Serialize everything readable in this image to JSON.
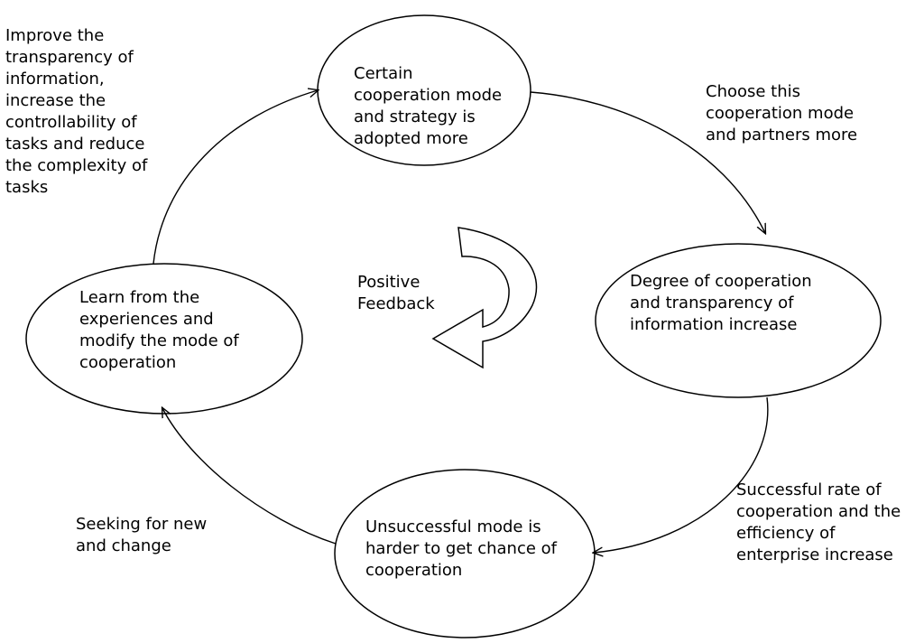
{
  "nodes": {
    "top": "Certain cooperation mode and strategy is adopted more",
    "right": "Degree of cooperation and transparency of information increase",
    "bottom": "Unsuccessful mode is harder to get chance of cooperation",
    "left": "Learn from the experiences and modify the mode of cooperation"
  },
  "edge_labels": {
    "top_to_right": "Choose this cooperation mode and partners more",
    "right_to_bottom": "Successful rate of cooperation and the efficiency of enterprise increase",
    "bottom_to_left": "Seeking for new and change",
    "left_to_top": "Improve the transparency of information, increase the controllability of tasks and reduce the complexity of tasks"
  },
  "center_label": "Positive Feedback",
  "colors": {
    "stroke": "#000000",
    "background": "#ffffff",
    "text": "#000000"
  }
}
